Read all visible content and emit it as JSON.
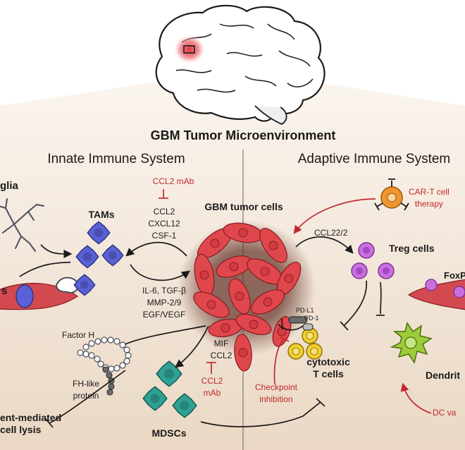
{
  "title": "GBM Tumor Microenvironment",
  "sections": {
    "innate": "Innate Immune System",
    "adaptive": "Adaptive Immune System"
  },
  "cells": {
    "microglia": "glia",
    "tams": "TAMs",
    "tumor": "GBM tumor cells",
    "treg": "Treg cells",
    "mdscs": "MDSCs",
    "cytotoxic": "cytotoxic\nT cells",
    "dendritic": "Dendrit",
    "car_t": "CAR-T cell\ntherapy",
    "foxp": "FoxP",
    "monocyte_left": "s"
  },
  "factors": {
    "tam_in": "CCL2\nCXCL12\nCSF-1",
    "tam_out": "IL-6, TGF-β\nMMP-2/9\nEGF/VEGF",
    "ccl22": "CCL22/2",
    "mif": "MIF\nCCL2",
    "factor_h": "Factor H",
    "fh_like": "FH-like\nprotein",
    "pdl1": "PD-L1",
    "pd1": "PD-1",
    "complement": "ent-mediated\ncell lysis"
  },
  "therapies": {
    "ccl2_mab_top": "CCL2 mAb",
    "ccl2_mab_mdsc": "CCL2\nmAb",
    "checkpoint": "Checkpoint\ninhibition",
    "dc_vaccine": "DC va"
  },
  "colors": {
    "tumor": "#e0474c",
    "tumor_outline": "#8b1f24",
    "tam": "#5a61d6",
    "treg": "#c96fe0",
    "mdsc": "#2fa194",
    "tcell": "#f0cf2e",
    "dendritic": "#9ccc3a",
    "car_t": "#f0962e",
    "therapy_text": "#c0282d",
    "vessel": "#d24a50"
  }
}
